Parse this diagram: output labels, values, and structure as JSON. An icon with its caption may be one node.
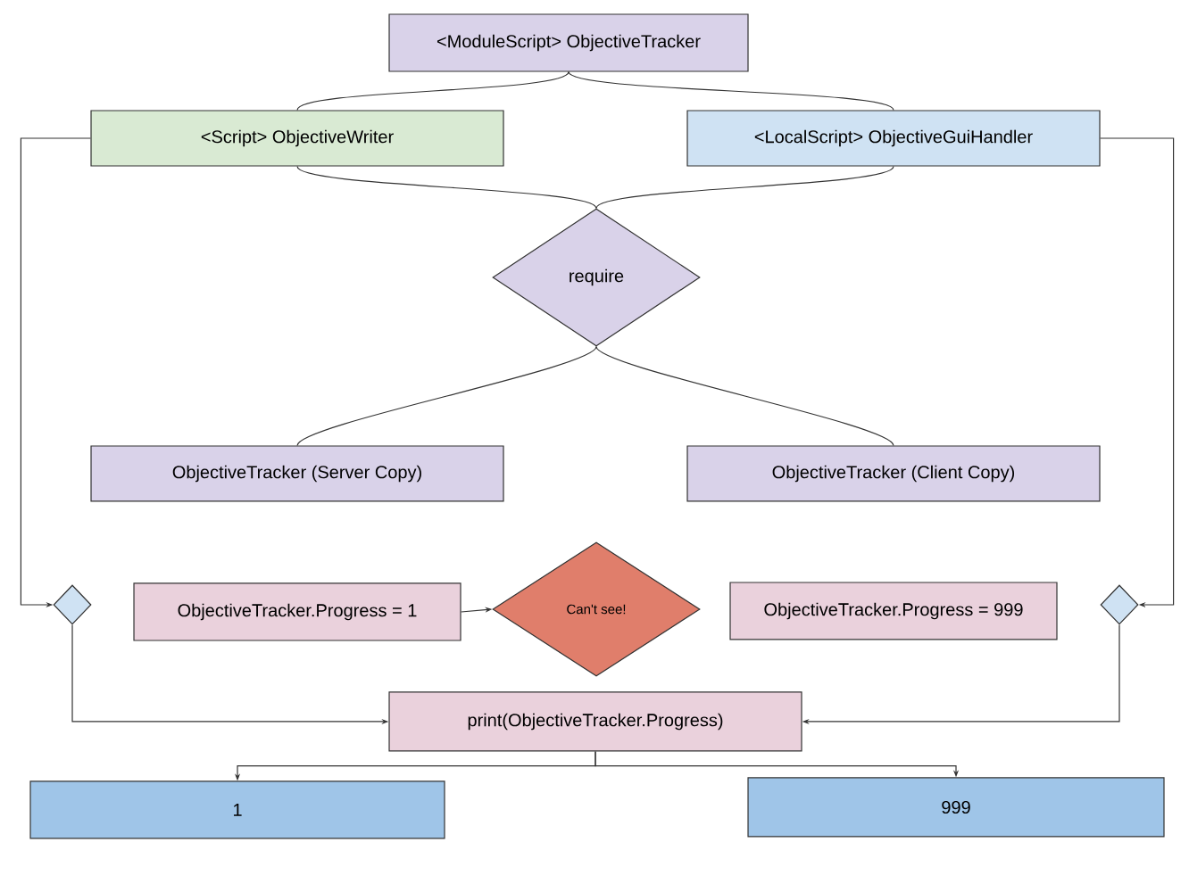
{
  "diagram": {
    "nodes": [
      {
        "text": [
          "<ModuleScript> ObjectiveTracker"
        ]
      },
      {
        "text": [
          "<Script> ObjectiveWriter"
        ]
      },
      {
        "text": [
          "<LocalScript> ObjectiveGuiHandler"
        ]
      },
      {
        "text": [
          "require"
        ]
      },
      {
        "text": [
          "ObjectiveTracker (Server Copy)"
        ]
      },
      {
        "text": [
          "ObjectiveTracker (Client Copy)"
        ]
      },
      {
        "text": [],
        "shape": "diamond"
      },
      {
        "text": [
          "ObjectiveTracker.Progress = 1"
        ]
      },
      {
        "text": [
          "Can't see!"
        ]
      },
      {
        "text": [
          "ObjectiveTracker.Progress = 999"
        ]
      },
      {
        "text": [],
        "shape": "diamond"
      },
      {
        "text": [
          "print(ObjectiveTracker.Progress)"
        ]
      },
      {
        "text": [
          "1"
        ]
      },
      {
        "text": [
          "999"
        ]
      }
    ],
    "edges": [
      {
        "from": 0,
        "to": 1,
        "arrow": "none"
      },
      {
        "from": 0,
        "to": 2,
        "arrow": "none"
      },
      {
        "from": 1,
        "to": 3,
        "arrow": "none"
      },
      {
        "from": 2,
        "to": 3,
        "arrow": "none"
      },
      {
        "from": 3,
        "to": 4,
        "arrow": "none"
      },
      {
        "from": 3,
        "to": 5,
        "arrow": "none"
      },
      {
        "from": 1,
        "to": 6,
        "arrow": "to"
      },
      {
        "from": 2,
        "to": 10,
        "arrow": "to"
      },
      {
        "from": 7,
        "to": 8,
        "arrow": "to"
      },
      {
        "from": 6,
        "to": 11,
        "arrow": "to"
      },
      {
        "from": 10,
        "to": 11,
        "arrow": "to"
      },
      {
        "from": 11,
        "to": 12,
        "arrow": "to"
      },
      {
        "from": 11,
        "to": 13,
        "arrow": "to"
      }
    ]
  }
}
